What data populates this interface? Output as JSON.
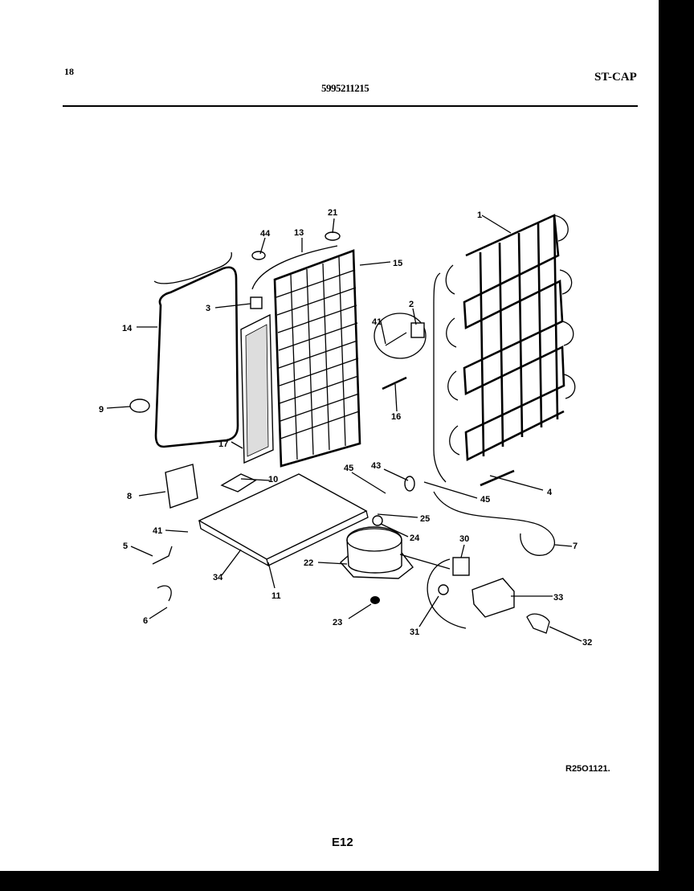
{
  "header": {
    "page_number": "18",
    "model_number": "5995211215",
    "section_code": "ST-CAP"
  },
  "diagram": {
    "callouts": [
      "1",
      "2",
      "3",
      "4",
      "5",
      "6",
      "7",
      "8",
      "9",
      "10",
      "11",
      "13",
      "14",
      "15",
      "16",
      "17",
      "21",
      "22",
      "23",
      "24",
      "25",
      "30",
      "31",
      "32",
      "33",
      "34",
      "41",
      "41",
      "43",
      "44",
      "45",
      "45"
    ]
  },
  "footer": {
    "reference_code": "R25O1121.",
    "page_code": "E12"
  }
}
